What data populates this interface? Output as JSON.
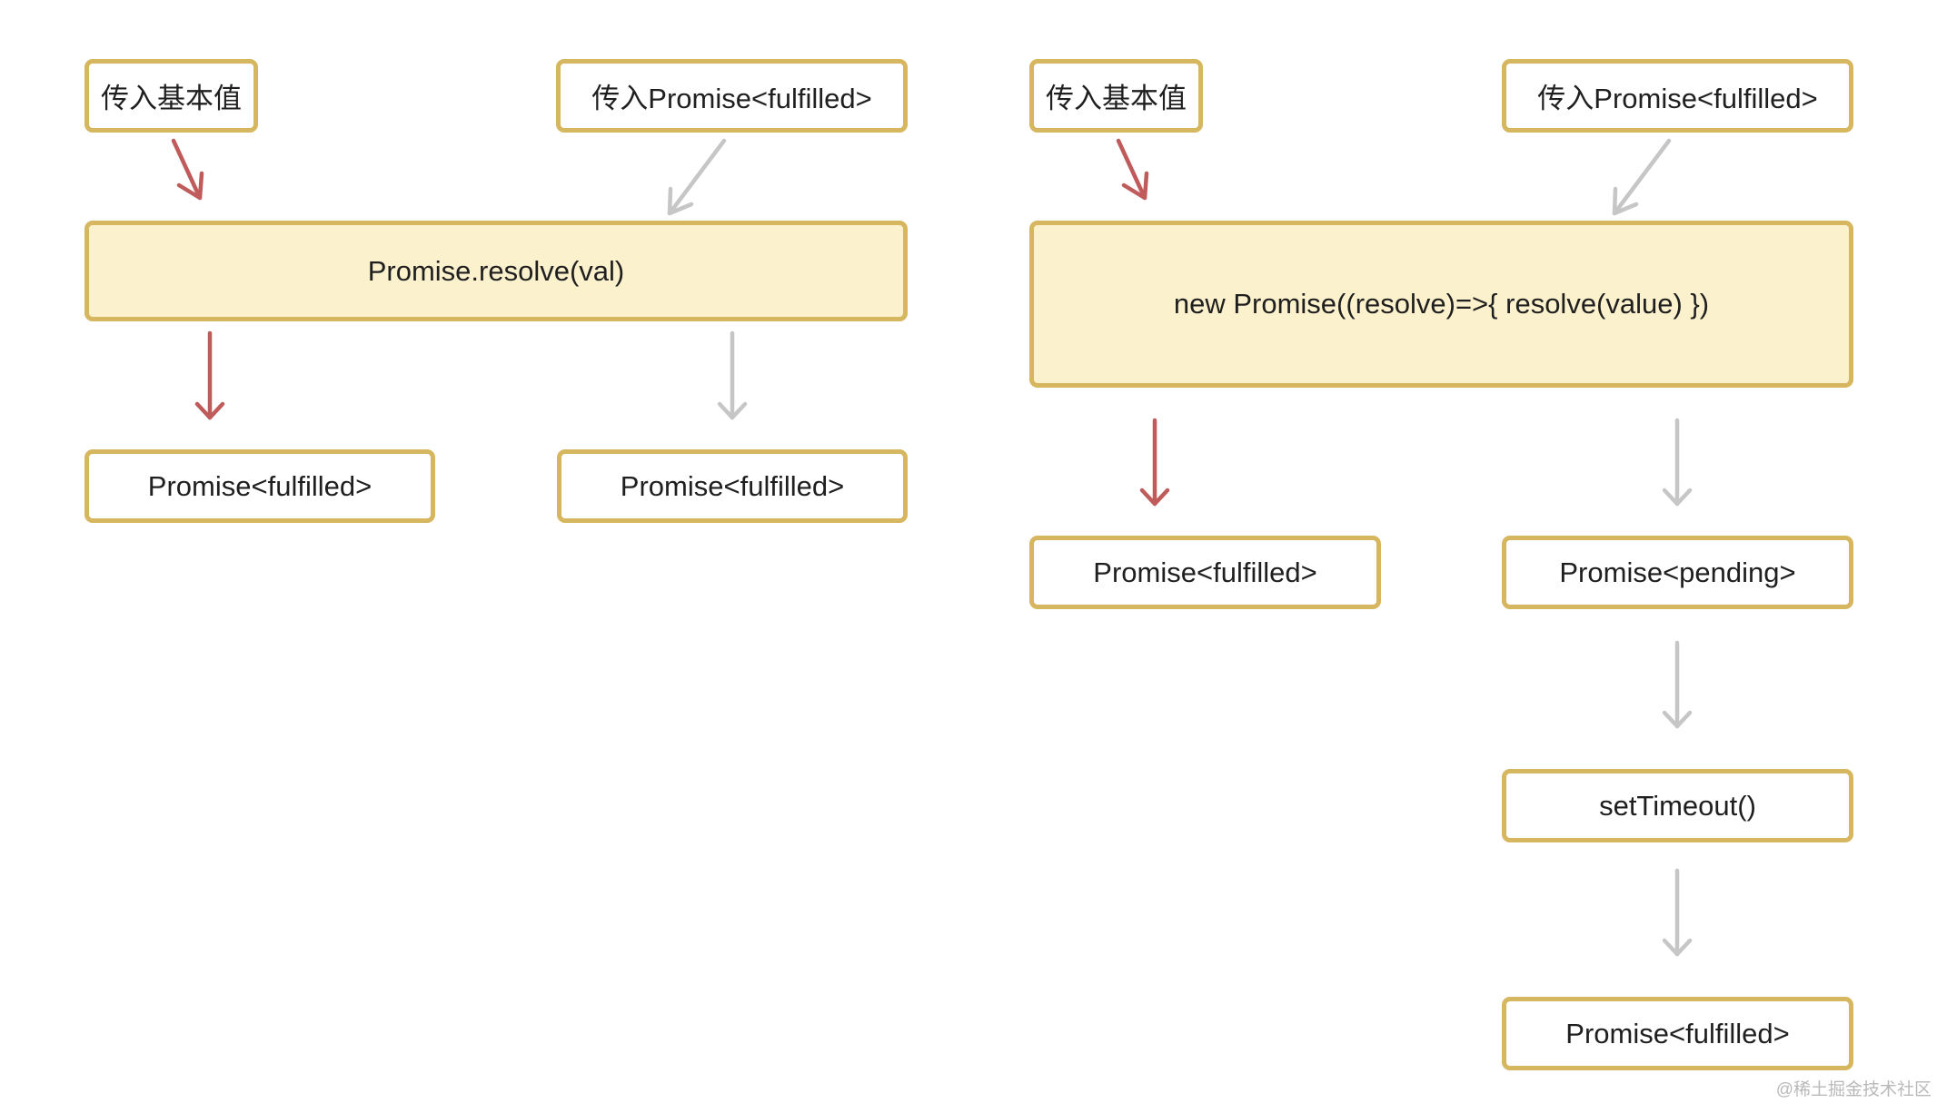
{
  "left": {
    "input_basic": "传入基本值",
    "input_promise": "传入Promise<fulfilled>",
    "method": "Promise.resolve(val)",
    "out_basic": "Promise<fulfilled>",
    "out_promise": "Promise<fulfilled>"
  },
  "right": {
    "input_basic": "传入基本值",
    "input_promise": "传入Promise<fulfilled>",
    "method": "new Promise((resolve)=>{ resolve(value) })",
    "out_basic": "Promise<fulfilled>",
    "out_pending": "Promise<pending>",
    "timer": "setTimeout()",
    "out_final": "Promise<fulfilled>"
  },
  "colors": {
    "node_border": "#d6b65e",
    "method_fill": "#fcf1cd",
    "arrow_basic": "#bf5b5b",
    "arrow_promise": "#c6c6c6"
  },
  "watermark": "@稀土掘金技术社区"
}
